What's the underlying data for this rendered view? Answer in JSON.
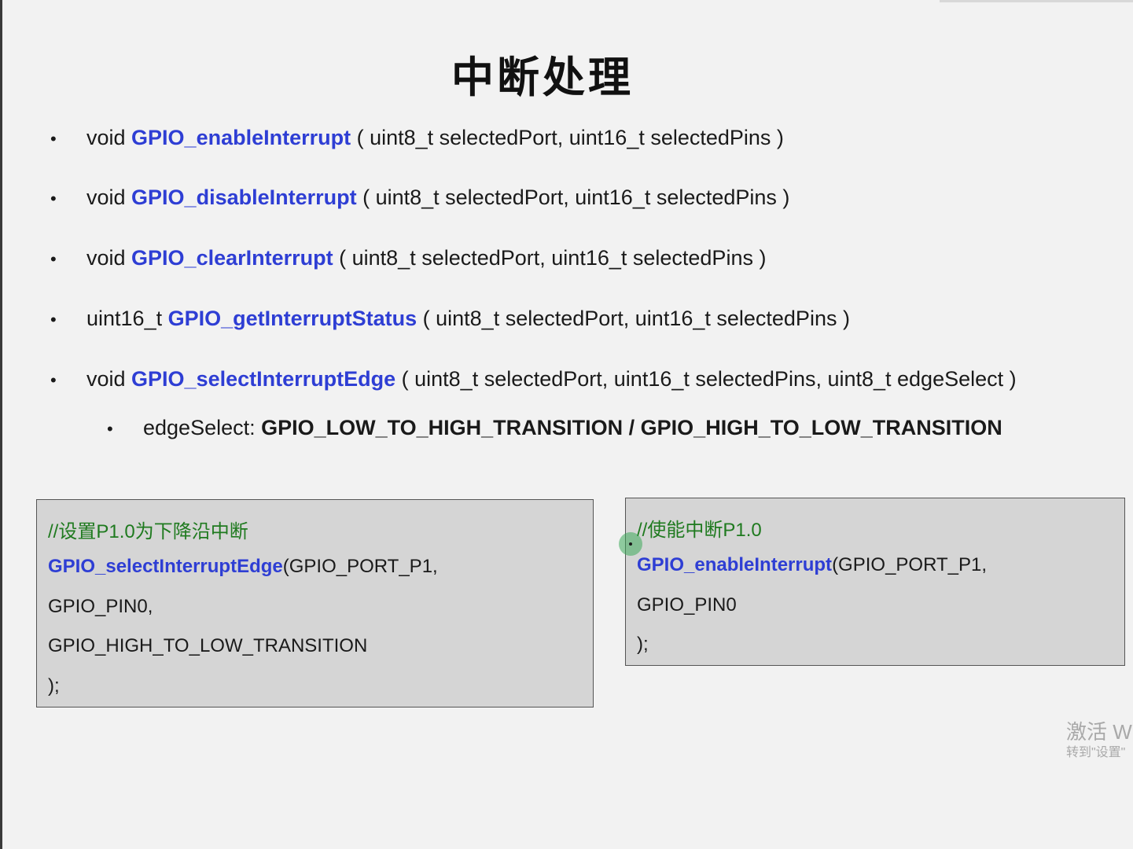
{
  "slide": {
    "title": "中断处理",
    "bullets": [
      {
        "prefix": "void ",
        "fn": "GPIO_enableInterrupt",
        "suffix": " ( uint8_t selectedPort, uint16_t selectedPins )"
      },
      {
        "prefix": "void ",
        "fn": "GPIO_disableInterrupt",
        "suffix": " ( uint8_t selectedPort, uint16_t selectedPins )"
      },
      {
        "prefix": "void ",
        "fn": "GPIO_clearInterrupt",
        "suffix": " ( uint8_t selectedPort, uint16_t selectedPins )"
      },
      {
        "prefix": "uint16_t ",
        "fn": "GPIO_getInterruptStatus",
        "suffix": " ( uint8_t selectedPort, uint16_t selectedPins )"
      },
      {
        "prefix": "void ",
        "fn": "GPIO_selectInterruptEdge",
        "suffix": " ( uint8_t selectedPort, uint16_t selectedPins, uint8_t edgeSelect )"
      }
    ],
    "bullet_glyph": "•",
    "sub_bullet": {
      "label": "edgeSelect: ",
      "values": "GPIO_LOW_TO_HIGH_TRANSITION / GPIO_HIGH_TO_LOW_TRANSITION"
    }
  },
  "code_left": {
    "comment": "//设置P1.0为下降沿中断",
    "fn": "GPIO_selectInterruptEdge",
    "fn_args": "(GPIO_PORT_P1,",
    "line3": "GPIO_PIN0,",
    "line4": "GPIO_HIGH_TO_LOW_TRANSITION",
    "line5": ");"
  },
  "code_right": {
    "comment": "//使能中断P1.0",
    "fn": "GPIO_enableInterrupt",
    "fn_args": "(GPIO_PORT_P1,",
    "line3": "GPIO_PIN0",
    "line4": ");"
  },
  "watermark": {
    "line1": "激活 Wi",
    "line2": "转到\"设置\""
  }
}
